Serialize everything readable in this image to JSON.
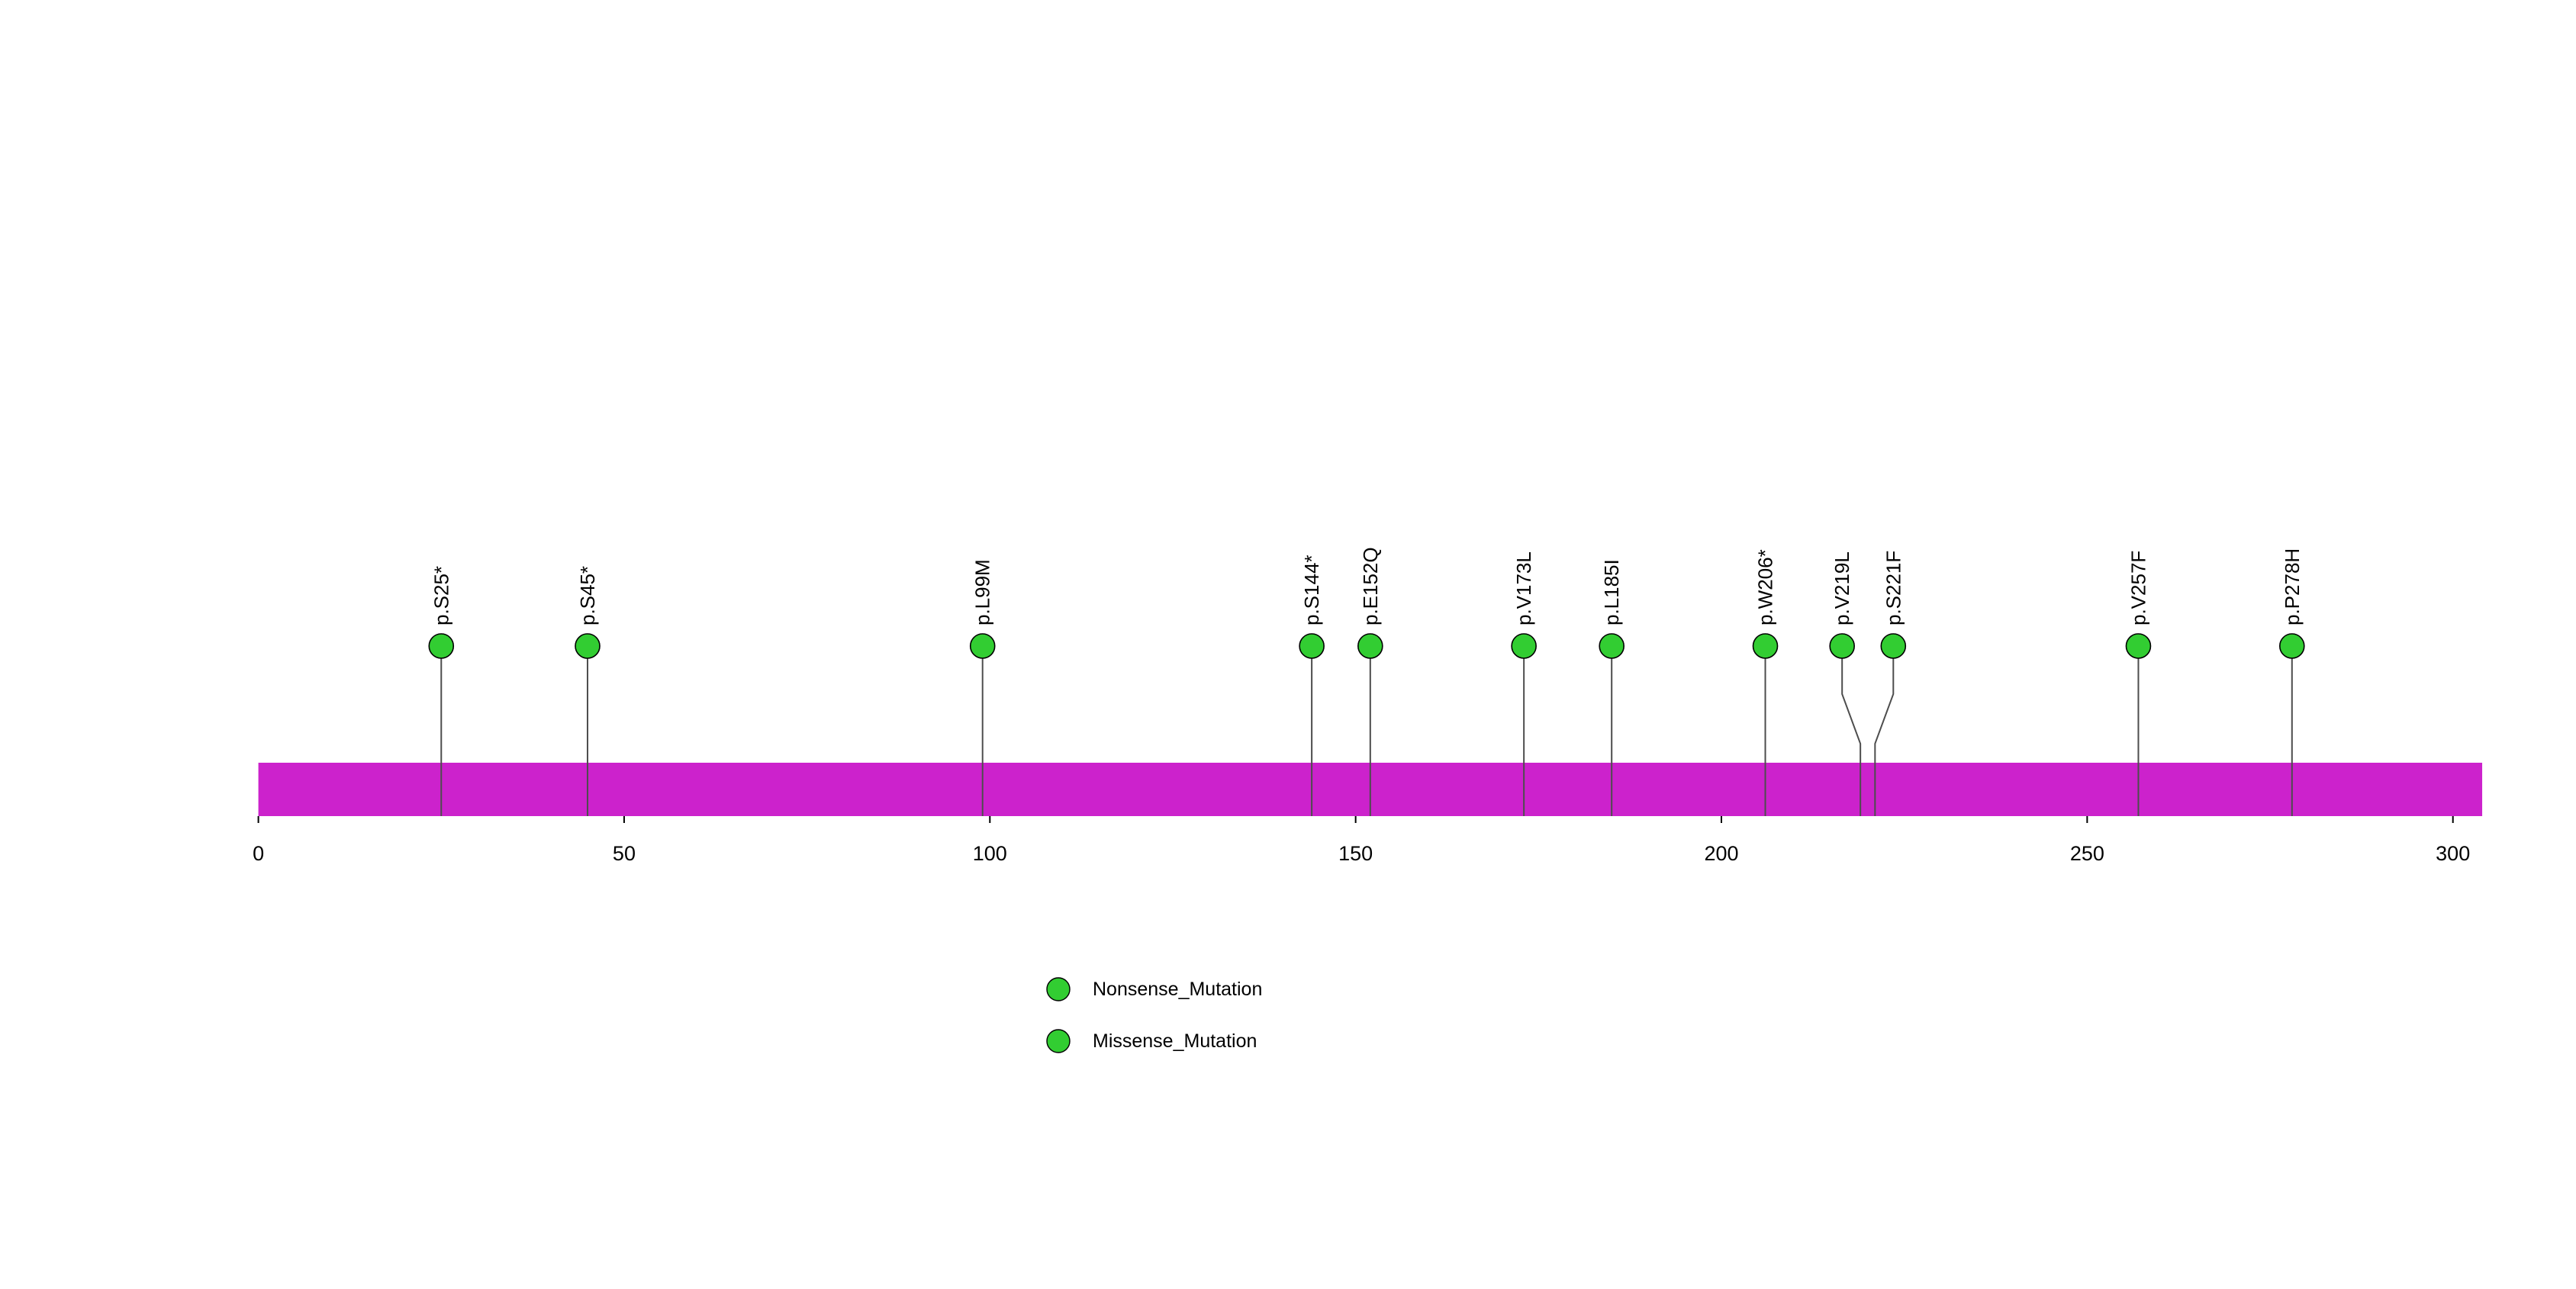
{
  "chart_data": {
    "type": "lollipop",
    "title": "",
    "xlabel": "",
    "ylabel": "",
    "xlim": [
      0,
      304
    ],
    "grid": false,
    "axis_ticks": [
      0,
      50,
      100,
      150,
      200,
      250,
      300
    ],
    "protein_bar": {
      "start": 0,
      "end": 304,
      "color": "#CC22CC"
    },
    "mutation_marker_color": "#32CD32",
    "mutations": [
      {
        "label": "p.S25*",
        "position": 25,
        "type": "Nonsense_Mutation",
        "color": "#32CD32"
      },
      {
        "label": "p.S45*",
        "position": 45,
        "type": "Nonsense_Mutation",
        "color": "#32CD32"
      },
      {
        "label": "p.L99M",
        "position": 99,
        "type": "Missense_Mutation",
        "color": "#32CD32"
      },
      {
        "label": "p.S144*",
        "position": 144,
        "type": "Nonsense_Mutation",
        "color": "#32CD32"
      },
      {
        "label": "p.E152Q",
        "position": 152,
        "type": "Missense_Mutation",
        "color": "#32CD32"
      },
      {
        "label": "p.V173L",
        "position": 173,
        "type": "Missense_Mutation",
        "color": "#32CD32"
      },
      {
        "label": "p.L185I",
        "position": 185,
        "type": "Missense_Mutation",
        "color": "#32CD32"
      },
      {
        "label": "p.W206*",
        "position": 206,
        "type": "Nonsense_Mutation",
        "color": "#32CD32"
      },
      {
        "label": "p.V219L",
        "position": 219,
        "type": "Missense_Mutation",
        "color": "#32CD32"
      },
      {
        "label": "p.S221F",
        "position": 221,
        "type": "Missense_Mutation",
        "color": "#32CD32"
      },
      {
        "label": "p.V257F",
        "position": 257,
        "type": "Missense_Mutation",
        "color": "#32CD32"
      },
      {
        "label": "p.P278H",
        "position": 278,
        "type": "Missense_Mutation",
        "color": "#32CD32"
      }
    ],
    "legend": {
      "position": "bottom",
      "items": [
        {
          "label": "Nonsense_Mutation",
          "color": "#32CD32"
        },
        {
          "label": "Missense_Mutation",
          "color": "#32CD32"
        }
      ]
    }
  }
}
